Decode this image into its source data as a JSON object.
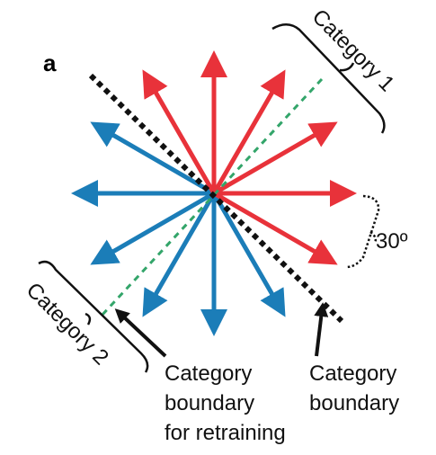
{
  "panel_label": "a",
  "labels": {
    "category_1": "Category 1",
    "category_2": "Category 2",
    "angle": "30º",
    "category_boundary_line1": "Category",
    "category_boundary_line2": "boundary",
    "retraining_line1": "Category",
    "retraining_line2": "boundary",
    "retraining_line3": "for retraining"
  },
  "colors": {
    "category_1_arrows": "#e8323a",
    "category_2_arrows": "#1b7db8",
    "category_boundary": "#111111",
    "retraining_boundary": "#33a56a"
  },
  "arrows": {
    "angle_step_degrees": 30,
    "category_1_directions_degrees": [
      90,
      60,
      30,
      0,
      -30,
      120
    ],
    "category_2_directions_degrees": [
      150,
      180,
      210,
      240,
      270,
      300
    ]
  }
}
